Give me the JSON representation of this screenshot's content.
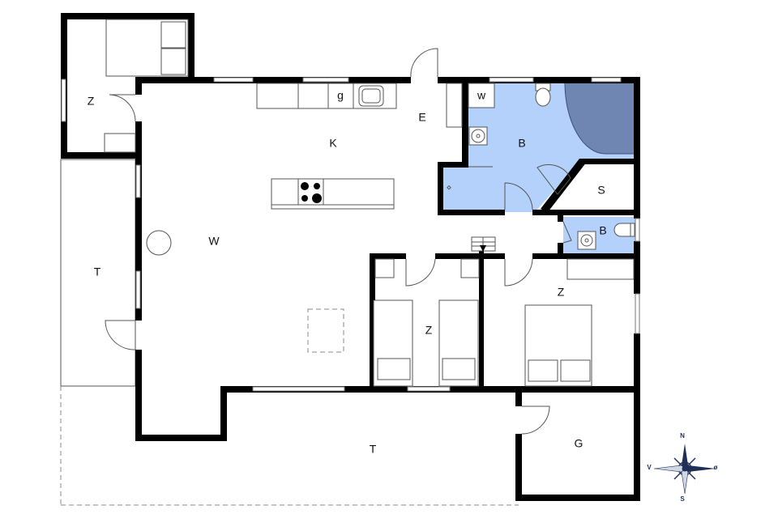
{
  "diagram": {
    "type": "floor-plan",
    "background": "#ffffff",
    "colors": {
      "wall": "#000000",
      "bathroom_fill": "#b3d1fb",
      "shower_fill": "#6f86b3",
      "compass": "#1f2f55"
    }
  },
  "rooms": {
    "bedroom_nw": {
      "label": "Z"
    },
    "kitchen": {
      "label": "K"
    },
    "kitchen_appliance": {
      "label": "g"
    },
    "entrance": {
      "label": "E"
    },
    "bathroom_main": {
      "label": "B"
    },
    "wc_cabinet": {
      "label": "w"
    },
    "storage": {
      "label": "S"
    },
    "bathroom_small": {
      "label": "B"
    },
    "living": {
      "label": "W"
    },
    "terrace_west": {
      "label": "T"
    },
    "bedroom_twin": {
      "label": "Z"
    },
    "bedroom_double": {
      "label": "Z"
    },
    "terrace_south": {
      "label": "T"
    },
    "garage": {
      "label": "G"
    }
  },
  "compass": {
    "north": "N",
    "south": "S",
    "west": "V",
    "east": "ø"
  }
}
